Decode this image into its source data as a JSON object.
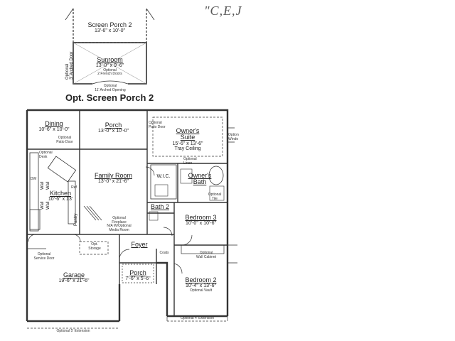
{
  "logo": "\"C,E,J",
  "section_title": "Opt. Screen Porch 2",
  "inset": {
    "screen_porch_2": {
      "name": "Screen Porch 2",
      "dim": "13'-6\" x 10'-0\""
    },
    "sunroom": {
      "name": "Sunroom",
      "dim": "13'-0\" x 9'-6\"",
      "note": "Optional\n2 French Doors"
    },
    "side_note": "Optional\n3' Arched Door",
    "bottom_note": "Optional\n11' Arched Opening"
  },
  "rooms": {
    "dining": {
      "name": "Dining",
      "dim": "10'-6\" x 10'-0\""
    },
    "porch_rear": {
      "name": "Porch",
      "dim": "13'-0\" x 10'-0\""
    },
    "owners_suite": {
      "name": "Owner's\nSuite",
      "dim": "15'-6\" x 13'-6\"",
      "note": "Tray Ceiling"
    },
    "family_room": {
      "name": "Family Room",
      "dim": "13'-0\" x 21'-6\""
    },
    "kitchen": {
      "name": "Kitchen",
      "dim": "10'-6\" x 13'"
    },
    "wic": {
      "name": "W.I.C."
    },
    "owners_bath": {
      "name": "Owner's\nBath"
    },
    "bath2": {
      "name": "Bath 2"
    },
    "bedroom3": {
      "name": "Bedroom 3",
      "dim": "10'-0\" x 10'-6\""
    },
    "foyer": {
      "name": "Foyer"
    },
    "garage": {
      "name": "Garage",
      "dim": "19'-6\" x 21'-6\""
    },
    "porch_front": {
      "name": "Porch",
      "dim": "7'-6\" x 5'-6\""
    },
    "bedroom2": {
      "name": "Bedroom 2",
      "dim": "10'-4\" x 13'-6\"",
      "note": "Optional Vault"
    },
    "coats": {
      "name": "Coats"
    },
    "pantry": {
      "name": "Pantry"
    }
  },
  "notes": {
    "optional_patio_door_dining": "Optional\nPatio Door",
    "optional_patio_door_suite": "Optional\nPatio Door",
    "optional_desk": "Optional\nDesk",
    "optional_fireplace": "Optional\nFireplace\nN/A W/Optional\nMedia Room",
    "optional_service_door": "Optional\nService Door",
    "optional_tile": "Optional\nTile",
    "optional_window": "Option\nWindo",
    "optional_linen": "Optional\nLinen",
    "optional_ext_bottom": "Optional 5' Extension",
    "optional_ext_bed2": "Optional 4' Extension",
    "wall_cabinet": "Optional\nWall Cabinet",
    "storage": "Opt.\nStorage"
  },
  "labels": {
    "wall_1": "Wall",
    "wall_2": "Wall",
    "wall_3": "Wall",
    "wall_4": "Wall",
    "ref": "Ref",
    "dw": "DW"
  }
}
